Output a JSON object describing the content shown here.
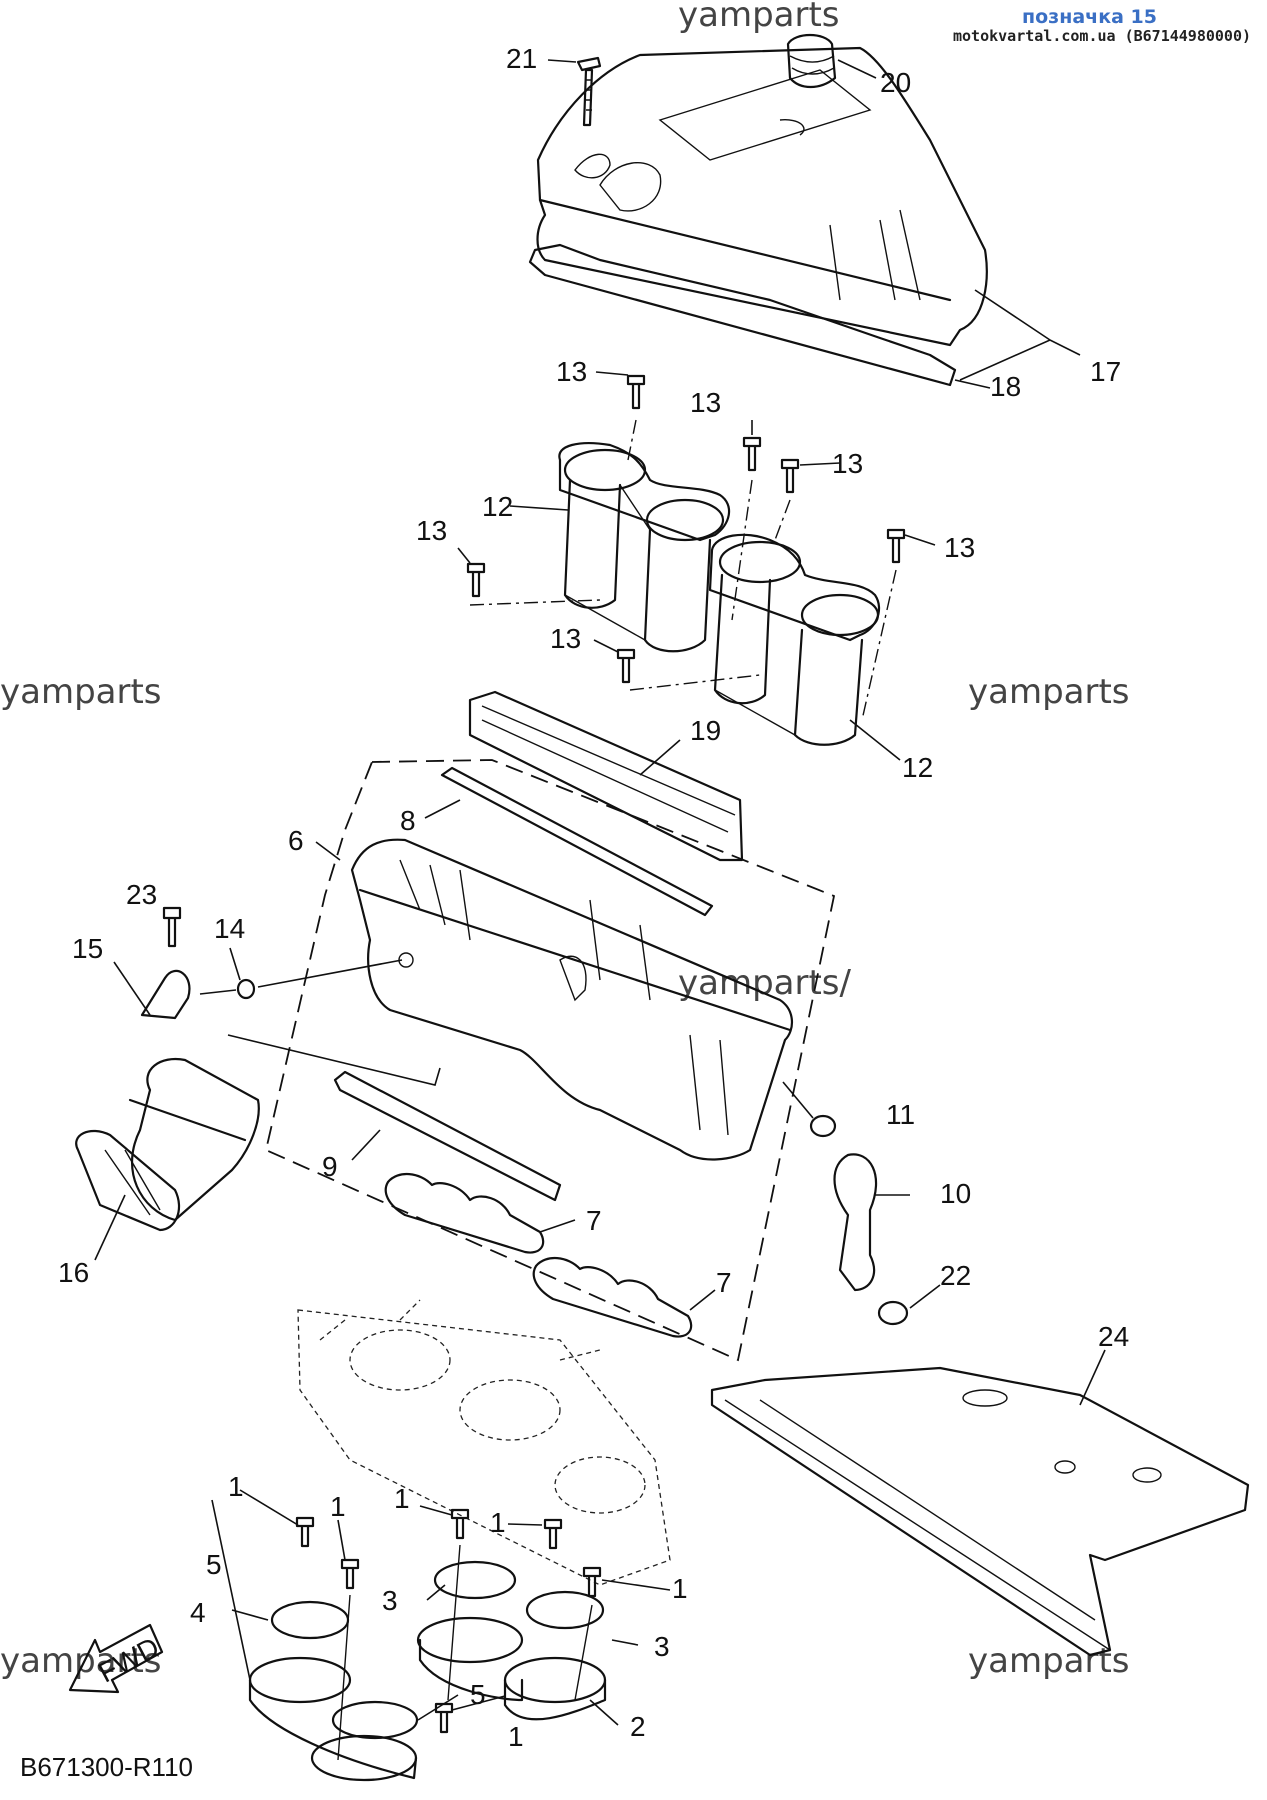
{
  "header": {
    "title": "позначка 15",
    "source": "motokvartal.com.ua (B67144980000)"
  },
  "watermarks": [
    "yamparts",
    "yamparts",
    "yamparts",
    "yamparts/",
    "yamparts",
    "yamparts"
  ],
  "diagram_code": "B671300-R110",
  "fwd_arrow_label": "FWD",
  "callouts": {
    "c21": "21",
    "c20": "20",
    "c17": "17",
    "c18": "18",
    "c13a": "13",
    "c13b": "13",
    "c13c": "13",
    "c13d": "13",
    "c13e": "13",
    "c13f": "13",
    "c12a": "12",
    "c12b": "12",
    "c19": "19",
    "c8": "8",
    "c6": "6",
    "c23": "23",
    "c14": "14",
    "c15": "15",
    "c11": "11",
    "c10": "10",
    "c16": "16",
    "c9": "9",
    "c7a": "7",
    "c7b": "7",
    "c22": "22",
    "c24": "24",
    "c1a": "1",
    "c1b": "1",
    "c1c": "1",
    "c1d": "1",
    "c1e": "1",
    "c1f": "1",
    "c5a": "5",
    "c5b": "5",
    "c4": "4",
    "c3a": "3",
    "c3b": "3",
    "c2": "2"
  }
}
